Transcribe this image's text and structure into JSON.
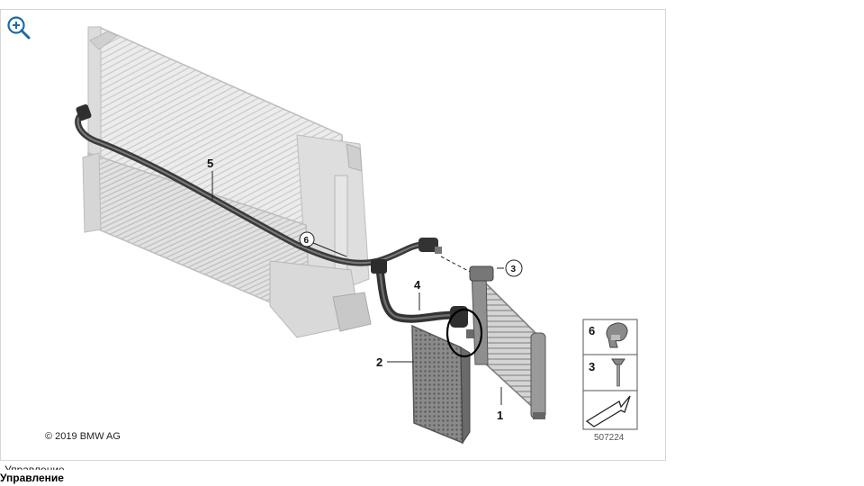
{
  "diagram": {
    "callouts": [
      "1",
      "2",
      "3",
      "4",
      "5",
      "6"
    ],
    "legend": [
      "6",
      "3"
    ],
    "copyright": "© 2019 BMW AG",
    "image_number": "507224"
  },
  "zoom_icon": "zoom-in-icon",
  "section_label": "Управление",
  "section_label_cut": "Управление"
}
